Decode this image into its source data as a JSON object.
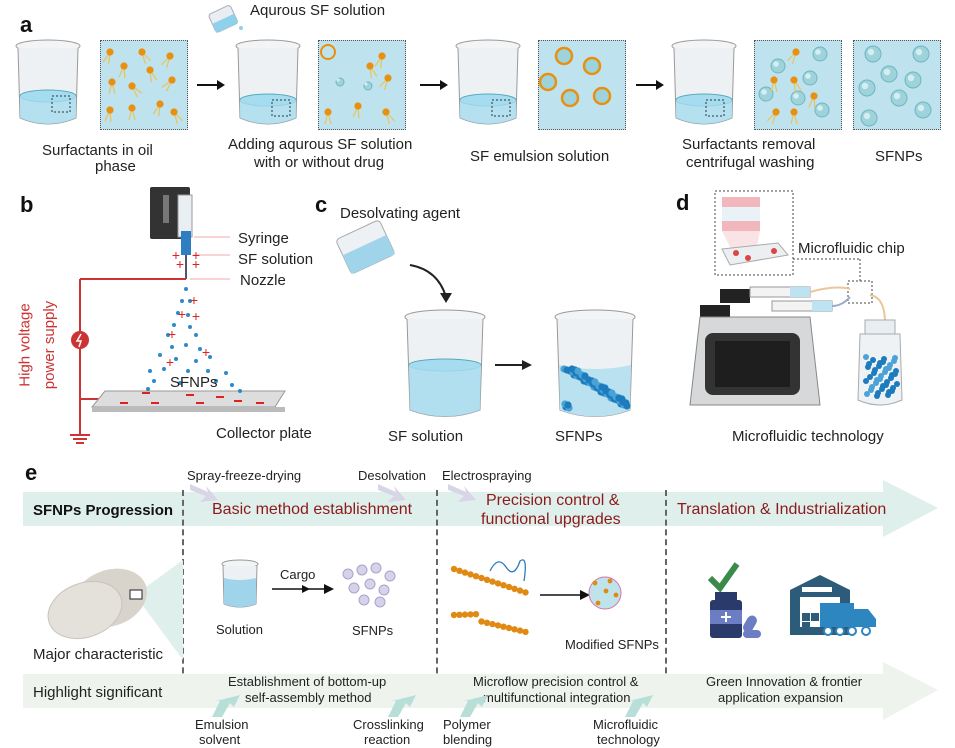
{
  "panel_a": {
    "label": "a",
    "pour_label": "Aqurous SF solution",
    "steps": [
      {
        "caption_line1": "Surfactants in oil",
        "caption_line2": "phase"
      },
      {
        "caption_line1": "Adding aqurous SF solution",
        "caption_line2": "with or without drug"
      },
      {
        "caption_line1": "SF emulsion solution",
        "caption_line2": ""
      },
      {
        "caption_line1": "Surfactants  removal",
        "caption_line2": "centrifugal washing"
      },
      {
        "caption_line1": "SFNPs",
        "caption_line2": ""
      }
    ]
  },
  "panel_b": {
    "label": "b",
    "syringe": "Syringe",
    "sf_solution": "SF solution",
    "nozzle": "Nozzle",
    "power_line1": "High voltage",
    "power_line2": "power supply",
    "particles": "SFNPs",
    "collector": "Collector plate"
  },
  "panel_c": {
    "label": "c",
    "agent": "Desolvating agent",
    "left_caption": "SF solution",
    "right_caption": "SFNPs"
  },
  "panel_d": {
    "label": "d",
    "chip": "Microfluidic chip",
    "caption": "Microfluidic technology"
  },
  "panel_e": {
    "label": "e",
    "progression_title": "SFNPs Progression",
    "stages": [
      {
        "title_line1": "Basic method establishment",
        "title_line2": ""
      },
      {
        "title_line1": "Precision control &",
        "title_line2": "functional upgrades"
      },
      {
        "title_line1": "Translation & Industrialization",
        "title_line2": ""
      }
    ],
    "top_methods": [
      "Spray-freeze-drying",
      "Desolvation",
      "Electrospraying"
    ],
    "major_characteristic": "Major characteristic",
    "highlight_significant": "Highlight significant",
    "stage1_solution": "Solution",
    "stage1_cargo": "Cargo",
    "stage1_sfnps": "SFNPs",
    "stage2_modified": "Modified SFNPs",
    "highlights": [
      {
        "line1": "Establishment of bottom-up",
        "line2": "self-assembly method"
      },
      {
        "line1": "Microflow precision control &",
        "line2": "multifunctional integration"
      },
      {
        "line1": "Green Innovation & frontier",
        "line2": "application expansion"
      }
    ],
    "bottom_methods": [
      {
        "line1": "Emulsion",
        "line2": "solvent"
      },
      {
        "line1": "Crosslinking",
        "line2": "reaction"
      },
      {
        "line1": "Polymer",
        "line2": "blending"
      },
      {
        "line1": "Microfluidic",
        "line2": "technology"
      }
    ]
  },
  "colors": {
    "accent_red": "#8b1a1a",
    "band_mint": "#dff0ec",
    "inset_blue": "#bfe3ee",
    "surfactant_orange": "#e8900f"
  }
}
